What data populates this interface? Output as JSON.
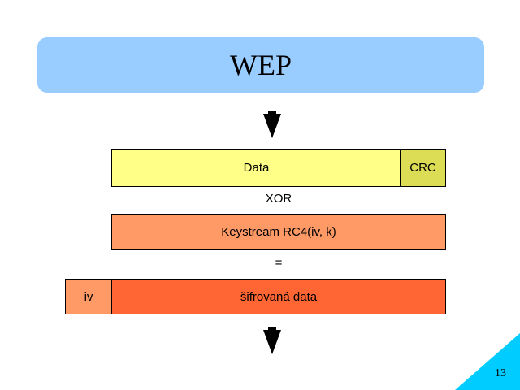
{
  "slide": {
    "title": "WEP",
    "page_number": "13"
  },
  "diagram": {
    "data_label": "Data",
    "crc_label": "CRC",
    "xor_label": "XOR",
    "keystream_label": "Keystream RC4(iv, k)",
    "equals_label": "=",
    "iv_label": "iv",
    "encrypted_label": "šifrovaná data"
  },
  "colors": {
    "title_bg": "#99ccff",
    "data_bg": "#ffff88",
    "crc_bg": "#dddd55",
    "keystream_bg": "#ff9966",
    "encrypted_bg": "#ff6633",
    "corner": "#00ccff"
  }
}
